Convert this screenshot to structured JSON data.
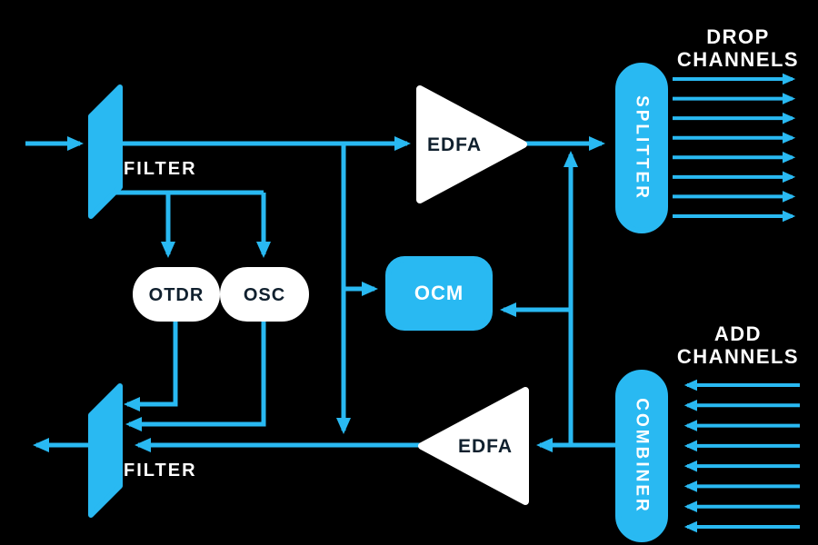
{
  "colors": {
    "background": "#000000",
    "accent": "#29b9f2",
    "shape_white": "#ffffff",
    "dark_text": "#10202e"
  },
  "nodes": {
    "top_filter": "FILTER",
    "bottom_filter": "FILTER",
    "top_edfa": "EDFA",
    "bottom_edfa": "EDFA",
    "otdr": "OTDR",
    "osc": "OSC",
    "ocm": "OCM",
    "splitter": "SPLITTER",
    "combiner": "COMBINER"
  },
  "annotations": {
    "drop_line1": "DROP",
    "drop_line2": "CHANNELS",
    "add_line1": "ADD",
    "add_line2": "CHANNELS"
  },
  "channels": {
    "drop_count": 8,
    "add_count": 8
  }
}
